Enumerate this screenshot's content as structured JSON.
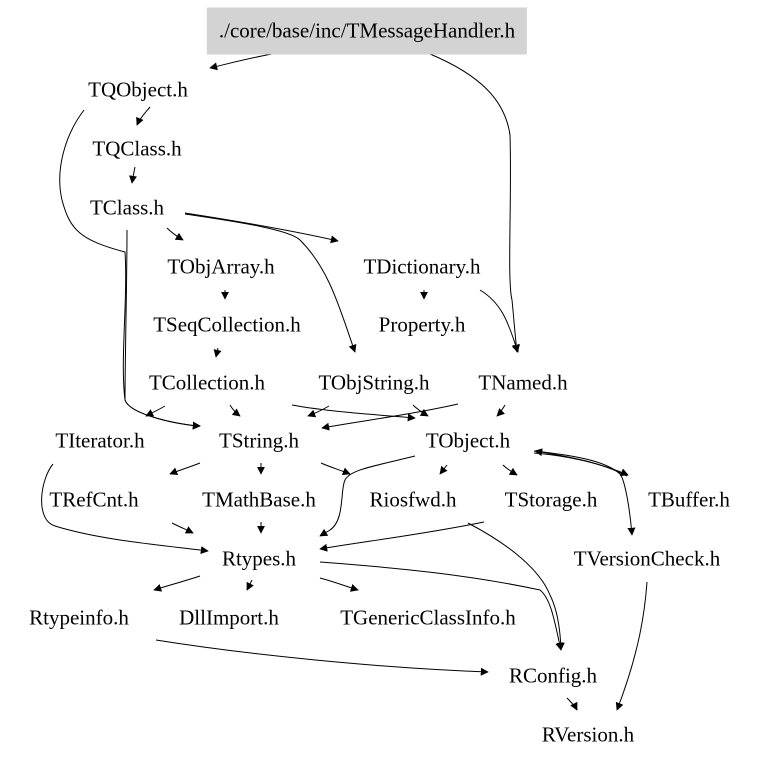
{
  "diagram": {
    "title": "./core/base/inc/TMessageHandler.h",
    "root_fill": "#d3d3d3",
    "edge_color": "#000000",
    "nodes": [
      {
        "id": "root",
        "label": "./core/base/inc/TMessageHandler.h"
      },
      {
        "id": "TQObject",
        "label": "TQObject.h"
      },
      {
        "id": "TQClass",
        "label": "TQClass.h"
      },
      {
        "id": "TClass",
        "label": "TClass.h"
      },
      {
        "id": "TObjArray",
        "label": "TObjArray.h"
      },
      {
        "id": "TDictionary",
        "label": "TDictionary.h"
      },
      {
        "id": "TSeqCollection",
        "label": "TSeqCollection.h"
      },
      {
        "id": "Property",
        "label": "Property.h"
      },
      {
        "id": "TCollection",
        "label": "TCollection.h"
      },
      {
        "id": "TObjString",
        "label": "TObjString.h"
      },
      {
        "id": "TNamed",
        "label": "TNamed.h"
      },
      {
        "id": "TIterator",
        "label": "TIterator.h"
      },
      {
        "id": "TString",
        "label": "TString.h"
      },
      {
        "id": "TObject",
        "label": "TObject.h"
      },
      {
        "id": "TRefCnt",
        "label": "TRefCnt.h"
      },
      {
        "id": "TMathBase",
        "label": "TMathBase.h"
      },
      {
        "id": "Riosfwd",
        "label": "Riosfwd.h"
      },
      {
        "id": "TStorage",
        "label": "TStorage.h"
      },
      {
        "id": "TBuffer",
        "label": "TBuffer.h"
      },
      {
        "id": "TVersionCheck",
        "label": "TVersionCheck.h"
      },
      {
        "id": "Rtypes",
        "label": "Rtypes.h"
      },
      {
        "id": "Rtypeinfo",
        "label": "Rtypeinfo.h"
      },
      {
        "id": "DllImport",
        "label": "DllImport.h"
      },
      {
        "id": "TGenericClassInfo",
        "label": "TGenericClassInfo.h"
      },
      {
        "id": "RConfig",
        "label": "RConfig.h"
      },
      {
        "id": "RVersion",
        "label": "RVersion.h"
      }
    ],
    "edges": [
      {
        "from": "root",
        "to": "TQObject"
      },
      {
        "from": "root",
        "to": "TNamed"
      },
      {
        "from": "TQObject",
        "to": "TQClass"
      },
      {
        "from": "TQObject",
        "to": "TString"
      },
      {
        "from": "TQClass",
        "to": "TClass"
      },
      {
        "from": "TClass",
        "to": "TObjArray"
      },
      {
        "from": "TClass",
        "to": "TDictionary"
      },
      {
        "from": "TClass",
        "to": "TObjString"
      },
      {
        "from": "TClass",
        "to": "TString"
      },
      {
        "from": "TObjArray",
        "to": "TSeqCollection"
      },
      {
        "from": "TDictionary",
        "to": "Property"
      },
      {
        "from": "TDictionary",
        "to": "TNamed"
      },
      {
        "from": "TSeqCollection",
        "to": "TCollection"
      },
      {
        "from": "TCollection",
        "to": "TIterator"
      },
      {
        "from": "TCollection",
        "to": "TString"
      },
      {
        "from": "TCollection",
        "to": "TObject"
      },
      {
        "from": "TObjString",
        "to": "TString"
      },
      {
        "from": "TObjString",
        "to": "TObject"
      },
      {
        "from": "TNamed",
        "to": "TString"
      },
      {
        "from": "TNamed",
        "to": "TObject"
      },
      {
        "from": "TIterator",
        "to": "Rtypes"
      },
      {
        "from": "TString",
        "to": "TRefCnt"
      },
      {
        "from": "TString",
        "to": "TMathBase"
      },
      {
        "from": "TString",
        "to": "Riosfwd"
      },
      {
        "from": "TObject",
        "to": "Rtypes"
      },
      {
        "from": "TObject",
        "to": "Riosfwd"
      },
      {
        "from": "TObject",
        "to": "TStorage"
      },
      {
        "from": "TObject",
        "to": "TBuffer"
      },
      {
        "from": "TObject",
        "to": "TVersionCheck"
      },
      {
        "from": "TBuffer",
        "to": "TObject"
      },
      {
        "from": "TRefCnt",
        "to": "Rtypes"
      },
      {
        "from": "TMathBase",
        "to": "Rtypes"
      },
      {
        "from": "TStorage",
        "to": "Rtypes"
      },
      {
        "from": "TStorage",
        "to": "RConfig"
      },
      {
        "from": "Rtypes",
        "to": "Rtypeinfo"
      },
      {
        "from": "Rtypes",
        "to": "DllImport"
      },
      {
        "from": "Rtypes",
        "to": "TGenericClassInfo"
      },
      {
        "from": "Rtypes",
        "to": "RConfig"
      },
      {
        "from": "Rtypeinfo",
        "to": "RConfig"
      },
      {
        "from": "TVersionCheck",
        "to": "RVersion"
      },
      {
        "from": "RConfig",
        "to": "RVersion"
      }
    ]
  }
}
